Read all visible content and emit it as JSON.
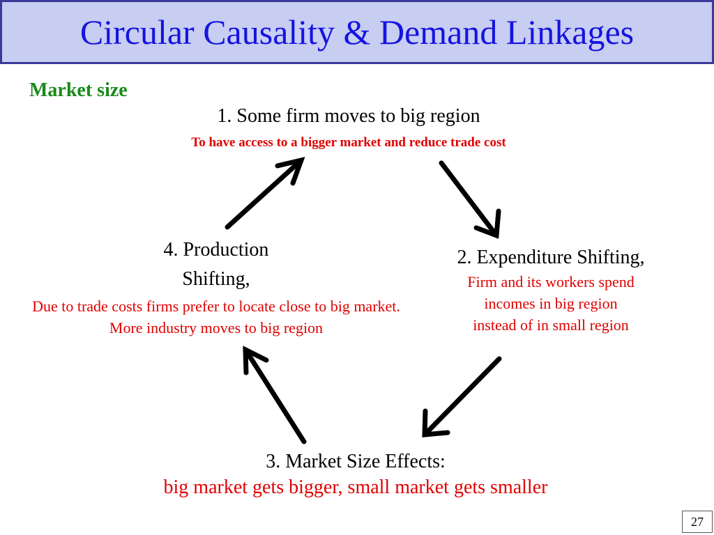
{
  "title": "Circular Causality & Demand Linkages",
  "section_label": "Market size",
  "nodes": {
    "step1": {
      "heading": "1.   Some firm moves to big region",
      "note": "To have access to a bigger market and reduce trade cost"
    },
    "step2": {
      "heading": "2. Expenditure Shifting,",
      "note_lines": [
        "Firm and its workers spend",
        "incomes in big region",
        "instead of in small region"
      ]
    },
    "step3": {
      "heading": "3. Market Size Effects:",
      "note": "big market gets bigger, small market gets smaller"
    },
    "step4": {
      "heading_lines": [
        "4. Production",
        "Shifting,"
      ],
      "note_lines": [
        "Due to trade costs firms prefer to locate close to big market.",
        "More industry moves to big region"
      ]
    }
  },
  "cycle_arrows": [
    {
      "from": "step1",
      "to": "step2"
    },
    {
      "from": "step2",
      "to": "step3"
    },
    {
      "from": "step3",
      "to": "step4"
    },
    {
      "from": "step4",
      "to": "step1"
    }
  ],
  "colors": {
    "title_text": "#1414e0",
    "title_background": "#c8cdf2",
    "section_label": "#1a8a1a",
    "note_text": "#e00000",
    "arrow": "#000000"
  },
  "page_number": "27"
}
